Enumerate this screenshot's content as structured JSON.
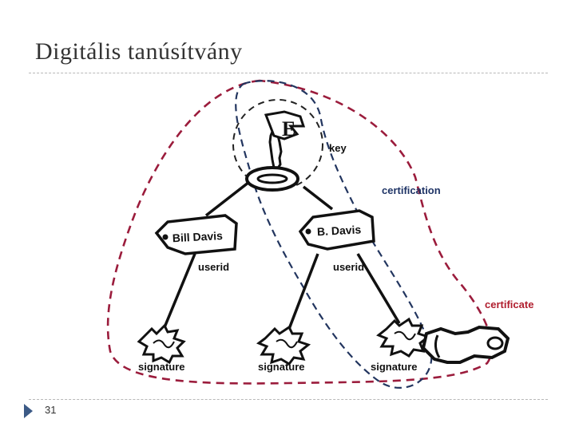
{
  "slide": {
    "title": "Digitális tanúsítvány",
    "page_number": "31"
  },
  "diagram": {
    "labels": {
      "key": "key",
      "certification": "certification",
      "certificate": "certificate",
      "userid_left": "userid",
      "userid_right": "userid",
      "signature_1": "signature",
      "signature_2": "signature",
      "signature_3": "signature"
    },
    "userids": {
      "left_name": "Bill Davis",
      "right_name": "B. Davis"
    },
    "colors": {
      "certificate_outline": "#9b1c3c",
      "certification_outline": "#22355f",
      "certificate_label": "#b01e2e",
      "certification_label": "#1f3466",
      "ink": "#111111"
    }
  }
}
